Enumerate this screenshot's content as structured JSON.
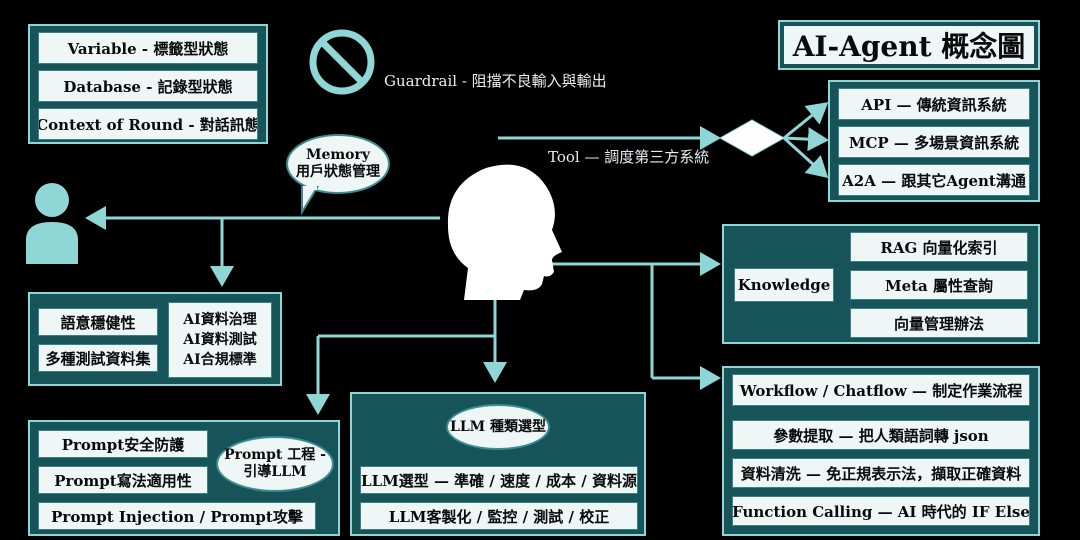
{
  "title": "AI-Agent 概念圖",
  "state_panel": {
    "items": [
      "Variable - 標籤型狀態",
      "Database - 記錄型狀態",
      "Context of Round - 對話訊態"
    ]
  },
  "guardrail": {
    "label": "Guardrail - 阻擋不良輸入與輸出"
  },
  "memory": {
    "line1": "Memory",
    "line2": "用戶狀態管理"
  },
  "tool": {
    "label": "Tool — 調度第三方系統"
  },
  "tool_panel": {
    "items": [
      "API — 傳統資訊系統",
      "MCP — 多場景資訊系統",
      "A2A — 跟其它Agent溝通"
    ]
  },
  "quality_panel": {
    "left_items": [
      "語意穩健性",
      "多種測試資料集"
    ],
    "right_lines": [
      "AI資料治理",
      "AI資料測試",
      "AI合規標準"
    ]
  },
  "knowledge_panel": {
    "label": "Knowledge",
    "items": [
      "RAG 向量化索引",
      "Meta 屬性查詢",
      "向量管理辦法"
    ]
  },
  "prompt_panel": {
    "items": [
      "Prompt安全防護",
      "Prompt寫法適用性",
      "Prompt Injection / Prompt攻擊"
    ],
    "bubble_line1": "Prompt 工程 -",
    "bubble_line2": "引導LLM"
  },
  "llm_panel": {
    "bubble": "LLM 種類選型",
    "items": [
      "LLM選型 — 準確 / 速度 / 成本 / 資料源",
      "LLM客製化 / 監控 / 測試 / 校正"
    ]
  },
  "workflow_panel": {
    "items": [
      "Workflow / Chatflow — 制定作業流程",
      "參數提取 — 把人類語詞轉 json",
      "資料清洗 — 免正規表示法，擷取正確資料",
      "Function Calling — AI 時代的 IF Else"
    ]
  },
  "colors": {
    "line": "#8fd6d6",
    "panel": "#17545a",
    "label_bg": "#eef6f6"
  },
  "icons": [
    "prohibited-icon",
    "user-icon",
    "head-icon",
    "diamond-icon"
  ]
}
